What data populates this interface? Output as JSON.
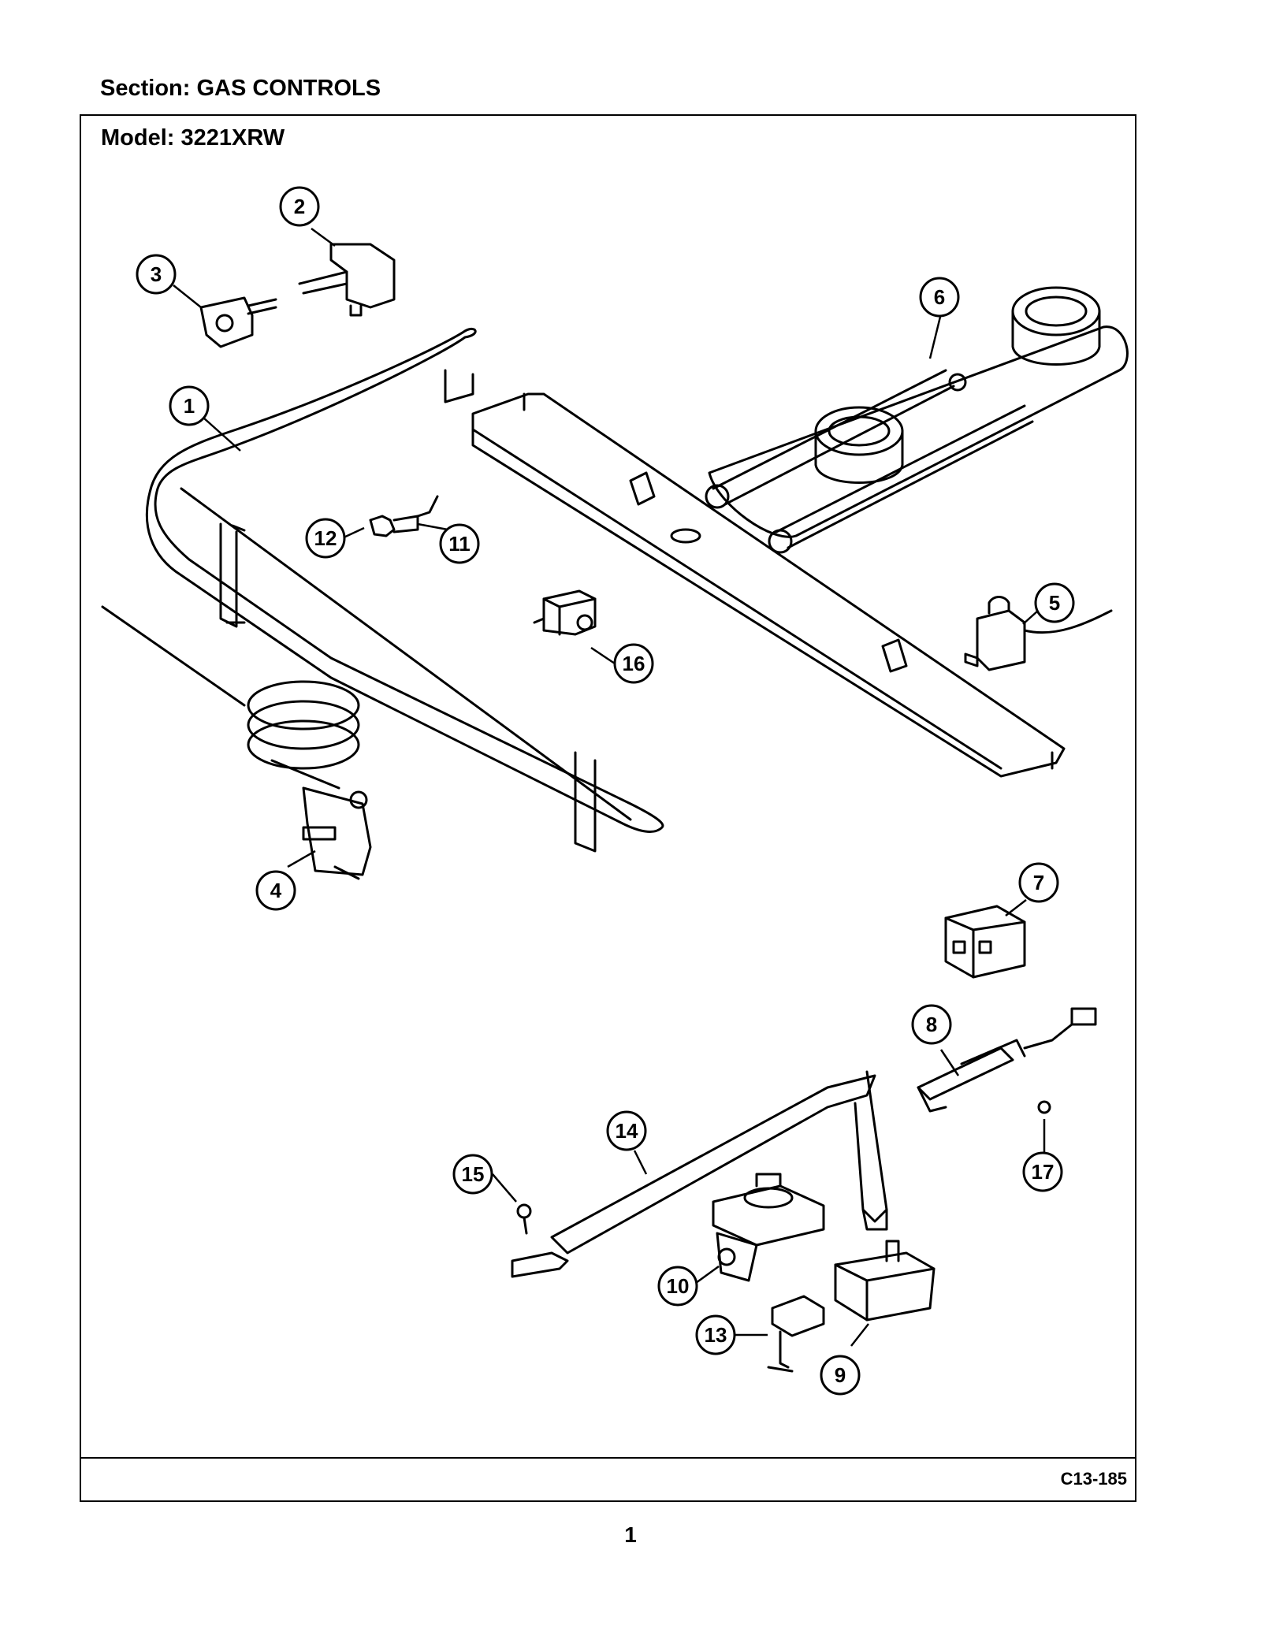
{
  "section": "Section:  GAS CONTROLS",
  "model": "Model:  3221XRW",
  "diagram_code": "C13-185",
  "page_number": "1",
  "callouts": [
    {
      "id": "part-1",
      "label": "1"
    },
    {
      "id": "part-2",
      "label": "2"
    },
    {
      "id": "part-3",
      "label": "3"
    },
    {
      "id": "part-4",
      "label": "4"
    },
    {
      "id": "part-5",
      "label": "5"
    },
    {
      "id": "part-6",
      "label": "6"
    },
    {
      "id": "part-7",
      "label": "7"
    },
    {
      "id": "part-8",
      "label": "8"
    },
    {
      "id": "part-9",
      "label": "9"
    },
    {
      "id": "part-10",
      "label": "10"
    },
    {
      "id": "part-11",
      "label": "11"
    },
    {
      "id": "part-12",
      "label": "12"
    },
    {
      "id": "part-13",
      "label": "13"
    },
    {
      "id": "part-14",
      "label": "14"
    },
    {
      "id": "part-15",
      "label": "15"
    },
    {
      "id": "part-16",
      "label": "16"
    },
    {
      "id": "part-17",
      "label": "17"
    }
  ]
}
